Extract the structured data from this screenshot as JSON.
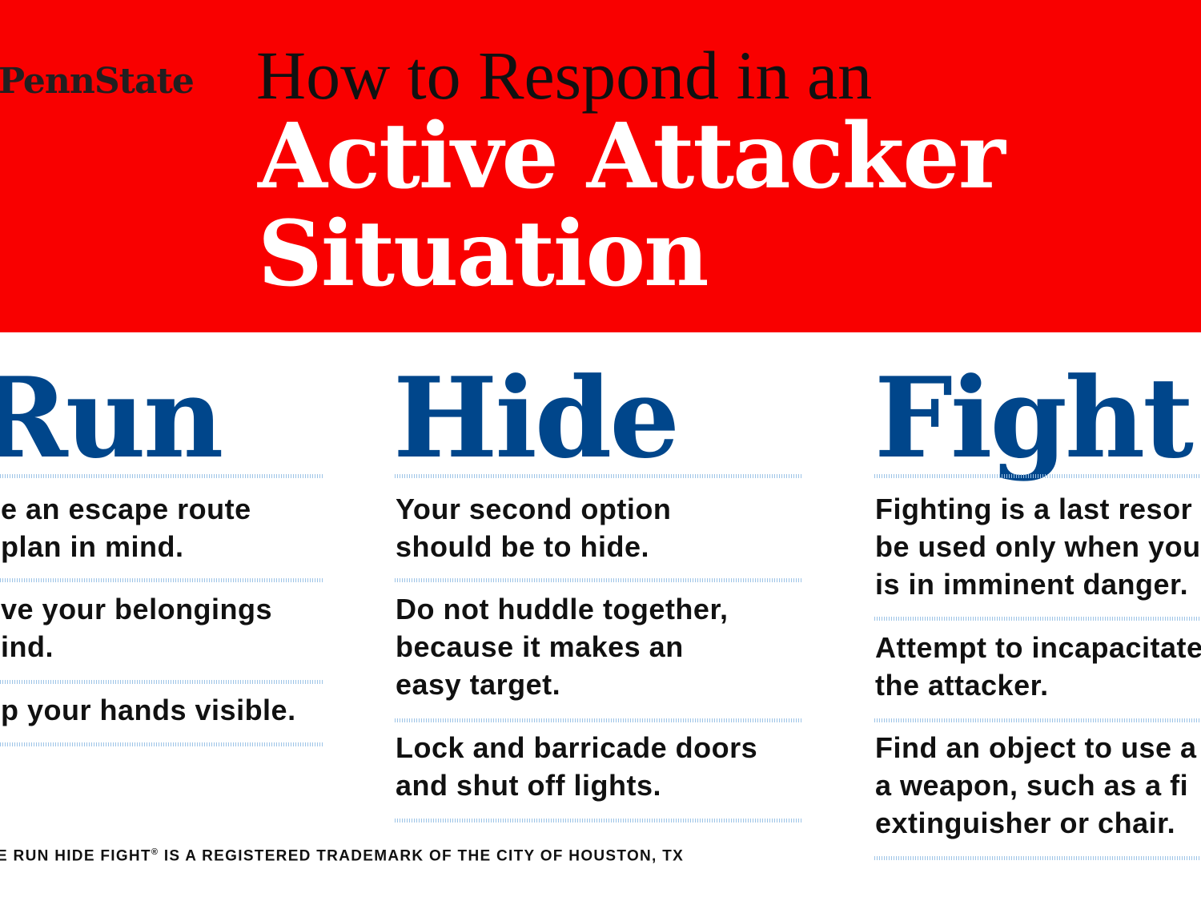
{
  "header": {
    "logo": "PennState",
    "title_line1": "How to Respond in an",
    "title_line2": "Active Attacker",
    "title_line3": "Situation"
  },
  "colors": {
    "red": "#f90000",
    "blue": "#00468b",
    "rule": "#9cc3e6"
  },
  "columns": [
    {
      "heading": "Run",
      "items": [
        [
          "e an escape route",
          " plan in mind."
        ],
        [
          "ve your belongings",
          "ind."
        ],
        [
          "p your hands visible."
        ]
      ]
    },
    {
      "heading": "Hide",
      "items": [
        [
          "Your second option",
          "should be to hide."
        ],
        [
          "Do not huddle together,",
          "because it makes an",
          "easy target."
        ],
        [
          "Lock and barricade doors",
          "and shut off lights."
        ]
      ]
    },
    {
      "heading": "Fight",
      "items": [
        [
          "Fighting is a last resor",
          "be used only when you",
          "is in imminent danger."
        ],
        [
          "Attempt to incapacitate",
          "the attacker."
        ],
        [
          "Find an object to use a",
          "a weapon, such as a fi",
          "extinguisher or chair."
        ]
      ]
    }
  ],
  "footer": {
    "text_before": "E RUN HIDE FIGHT",
    "mark": "®",
    "text_after": " IS A REGISTERED TRADEMARK OF THE CITY OF HOUSTON, TX"
  }
}
